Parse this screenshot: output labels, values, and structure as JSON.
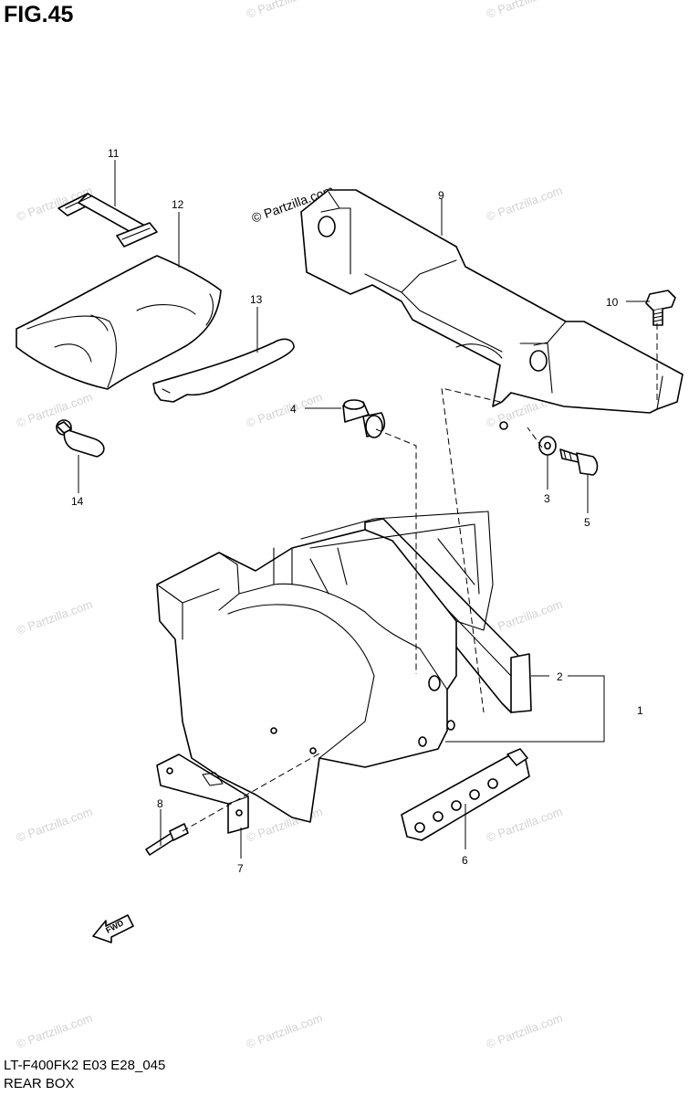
{
  "figure": {
    "title": "FIG.45",
    "model_code": "LT-F400FK2 E03 E28_045",
    "caption": "REAR BOX"
  },
  "watermark": {
    "text": "© Partzilla.com"
  },
  "callouts": [
    {
      "id": "1",
      "label": "1"
    },
    {
      "id": "2",
      "label": "2"
    },
    {
      "id": "3",
      "label": "3"
    },
    {
      "id": "4",
      "label": "4"
    },
    {
      "id": "5",
      "label": "5"
    },
    {
      "id": "6",
      "label": "6"
    },
    {
      "id": "7",
      "label": "7"
    },
    {
      "id": "8",
      "label": "8"
    },
    {
      "id": "9",
      "label": "9"
    },
    {
      "id": "10",
      "label": "10"
    },
    {
      "id": "11",
      "label": "11"
    },
    {
      "id": "12",
      "label": "12"
    },
    {
      "id": "13",
      "label": "13"
    },
    {
      "id": "14",
      "label": "14"
    }
  ],
  "direction_arrow": {
    "label": "FWD"
  }
}
